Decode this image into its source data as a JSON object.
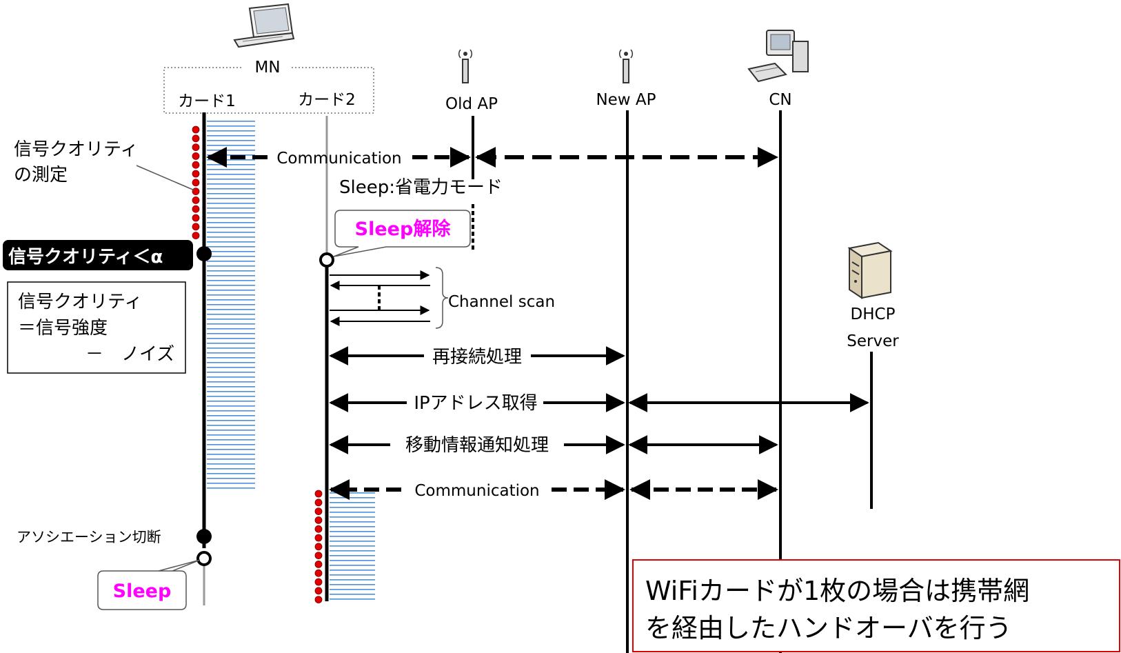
{
  "nodes": {
    "mn": "MN",
    "card1": "カード1",
    "card2": "カード2",
    "old_ap": "Old AP",
    "new_ap": "New AP",
    "cn": "CN",
    "dhcp_line1": "DHCP",
    "dhcp_line2": "Server"
  },
  "labels": {
    "quality_measure_line1": "信号クオリティ",
    "quality_measure_line2": "の測定",
    "quality_threshold": "信号クオリティ＜α",
    "definition_line1": "信号クオリティ",
    "definition_line2": "＝信号強度",
    "definition_line3": "－　ノイズ",
    "sleep_mode": "Sleep:省電力モード",
    "sleep_release": "Sleep解除",
    "association_cut": "アソシエーション切断",
    "sleep": "Sleep",
    "note_line1": "WiFiカードが1枚の場合は携帯網",
    "note_line2": "を経由したハンドオーバを行う"
  },
  "messages": {
    "communication_top": "Communication",
    "channel_scan": "Channel scan",
    "reconnect": "再接続処理",
    "ip_address": "IPアドレス取得",
    "mobility_notify": "移動情報通知処理",
    "communication_bottom": "Communication"
  },
  "colors": {
    "line": "#000000",
    "dots": "#e00000",
    "stripes": "#4a8fd8",
    "highlight_text": "#ff00ff",
    "note_border": "#e00000"
  }
}
